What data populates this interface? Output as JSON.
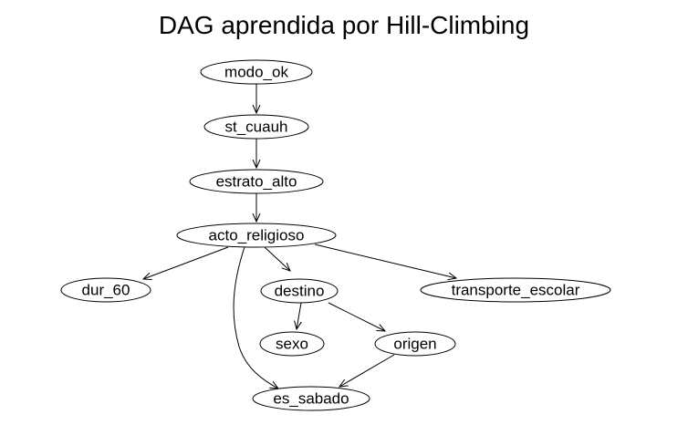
{
  "title": "DAG aprendida por Hill-Climbing",
  "nodes": [
    {
      "id": "modo_ok",
      "label": "modo_ok"
    },
    {
      "id": "st_cuauh",
      "label": "st_cuauh"
    },
    {
      "id": "estrato_alto",
      "label": "estrato_alto"
    },
    {
      "id": "acto_religioso",
      "label": "acto_religioso"
    },
    {
      "id": "dur_60",
      "label": "dur_60"
    },
    {
      "id": "destino",
      "label": "destino"
    },
    {
      "id": "transporte_escolar",
      "label": "transporte_escolar"
    },
    {
      "id": "sexo",
      "label": "sexo"
    },
    {
      "id": "origen",
      "label": "origen"
    },
    {
      "id": "es_sabado",
      "label": "es_sabado"
    }
  ],
  "edges": [
    {
      "from": "modo_ok",
      "to": "st_cuauh"
    },
    {
      "from": "st_cuauh",
      "to": "estrato_alto"
    },
    {
      "from": "estrato_alto",
      "to": "acto_religioso"
    },
    {
      "from": "acto_religioso",
      "to": "dur_60"
    },
    {
      "from": "acto_religioso",
      "to": "destino"
    },
    {
      "from": "acto_religioso",
      "to": "transporte_escolar"
    },
    {
      "from": "acto_religioso",
      "to": "es_sabado"
    },
    {
      "from": "destino",
      "to": "sexo"
    },
    {
      "from": "destino",
      "to": "origen"
    },
    {
      "from": "origen",
      "to": "es_sabado"
    }
  ]
}
